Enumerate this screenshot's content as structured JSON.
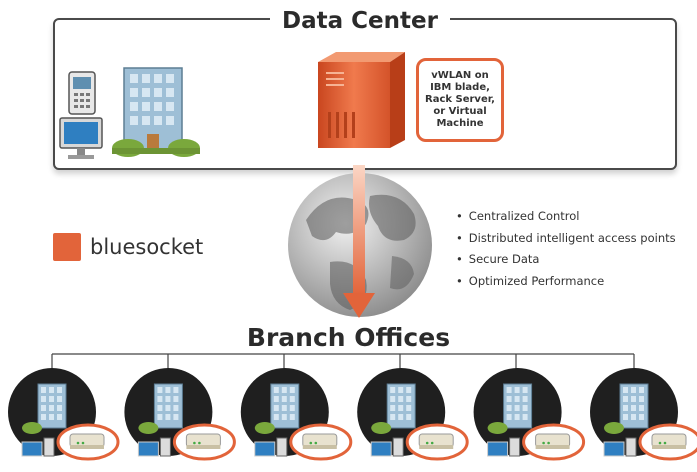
{
  "data_center": {
    "title": "Data Center",
    "server_caption": "vWLAN on\nIBM blade,\nRack Server,\nor Virtual\nMachine"
  },
  "brand": {
    "name": "bluesocket",
    "color": "#e2643a"
  },
  "features": [
    "Centralized Control",
    "Distributed intelligent access points",
    "Secure Data",
    "Optimized Performance"
  ],
  "branch": {
    "title": "Branch Offices",
    "office_count": 6
  },
  "colors": {
    "accent": "#e2643a",
    "building": "#9ebfd6",
    "tree": "#7aa83c",
    "office_bg": "#1f1f1f"
  },
  "icons": [
    "phone-icon",
    "monitor-icon",
    "building-icon",
    "server-icon",
    "globe-icon",
    "access-point-icon"
  ]
}
